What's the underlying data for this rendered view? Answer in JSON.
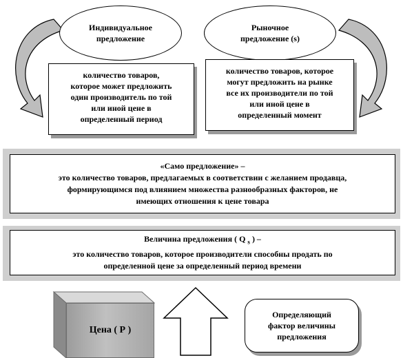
{
  "individual": {
    "title_line1": "Индивидуальное",
    "title_line2": "предложение",
    "desc": [
      "количество товаров,",
      "которое может предложить",
      "один производитель по той",
      "или иной цене в",
      "определенный период"
    ]
  },
  "market": {
    "title_line1": "Рыночное",
    "title_line2": "предложение (s)",
    "desc": [
      "количество товаров, которое",
      "могут предложить на рынке",
      "все их производители по той",
      "или иной цене в",
      "определенный момент"
    ]
  },
  "supply_itself": {
    "heading": "«Само предложение» –",
    "lines": [
      "это количество товаров, предлагаемых в соответствии с желанием продавца,",
      "формирующимся  под влиянием множества разнообразных факторов, не",
      "имеющих  отношения к цене товара"
    ]
  },
  "supply_quantity": {
    "heading": "Величина предложения ( Q",
    "heading_sub": "s",
    "heading_end": " ) –",
    "lines": [
      "это количество товаров, которое производители способны продать  по",
      "определенной цене за определенный период времени"
    ]
  },
  "price_box": {
    "label": "Цена ( Р )"
  },
  "determinant": {
    "lines": [
      "Определяющий",
      "фактор величины",
      "предложения"
    ]
  }
}
